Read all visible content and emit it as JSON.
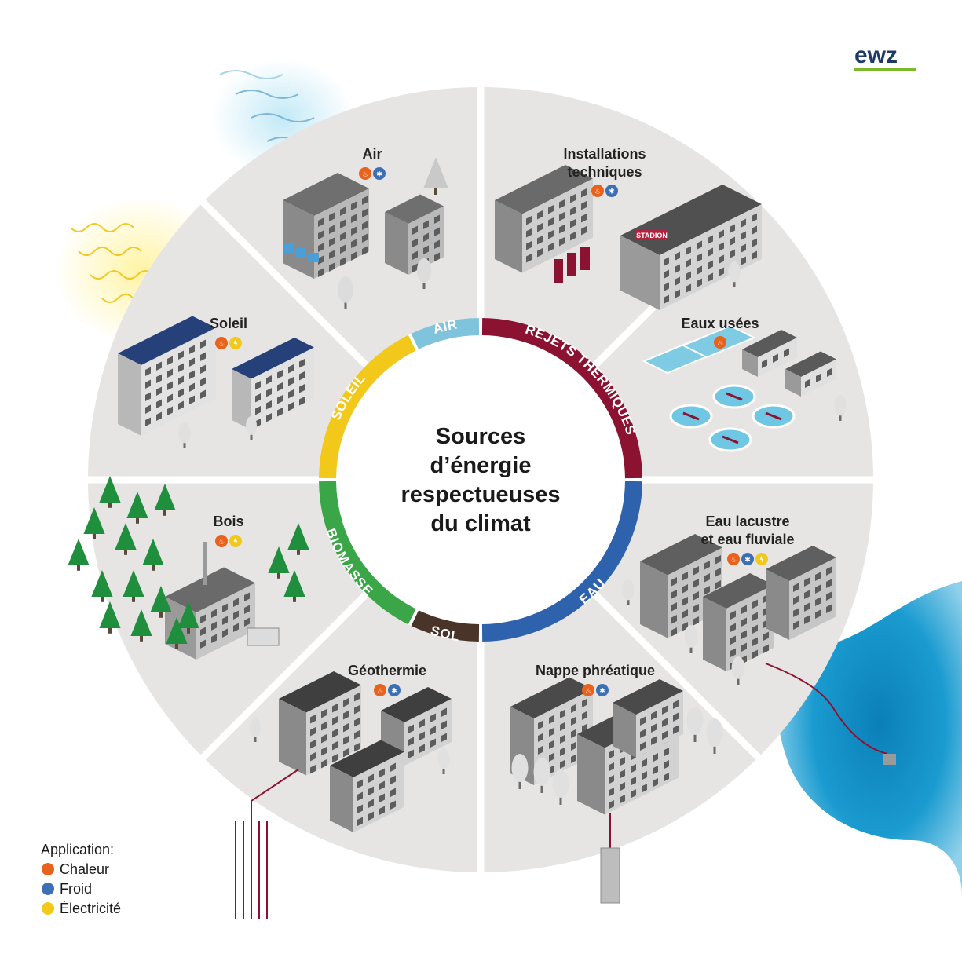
{
  "brand": {
    "logo_text": "ewz",
    "accent": "#7ab929",
    "color": "#1f3a68"
  },
  "title_lines": [
    "Sources",
    "d’énergie",
    "respectueuses",
    "du climat"
  ],
  "ring": {
    "air": {
      "label": "AIR",
      "color": "#7fc3dc"
    },
    "rejets": {
      "label": "REJETS THERMIQUES",
      "color": "#8b1230"
    },
    "eau": {
      "label": "EAU",
      "color": "#2e62ad"
    },
    "sol": {
      "label": "SOL",
      "color": "#4a3328"
    },
    "biomasse": {
      "label": "BIOMASSE",
      "color": "#3aa648"
    },
    "soleil": {
      "label": "SOLEIL",
      "color": "#f2c81a"
    }
  },
  "segments": {
    "air": {
      "label": "Air",
      "apps": [
        "heat",
        "cold"
      ]
    },
    "installations": {
      "label_lines": [
        "Installations",
        "techniques"
      ],
      "apps": [
        "heat",
        "cold"
      ]
    },
    "eaux_usees": {
      "label": "Eaux usées",
      "apps": [
        "heat"
      ]
    },
    "lacustre": {
      "label_lines": [
        "Eau lacustre",
        "et eau fluviale"
      ],
      "apps": [
        "heat",
        "cold",
        "elec"
      ]
    },
    "nappe": {
      "label": "Nappe phréatique",
      "apps": [
        "heat",
        "cold"
      ]
    },
    "geothermie": {
      "label": "Géothermie",
      "apps": [
        "heat",
        "cold"
      ]
    },
    "bois": {
      "label": "Bois",
      "apps": [
        "heat",
        "elec"
      ]
    },
    "soleil": {
      "label": "Soleil",
      "apps": [
        "heat",
        "elec"
      ]
    }
  },
  "building_sign": "STADION",
  "legend": {
    "title": "Application:",
    "items": [
      {
        "key": "heat",
        "label": "Chaleur",
        "color": "#e8621c",
        "icon": "flame-icon"
      },
      {
        "key": "cold",
        "label": "Froid",
        "color": "#3d6fb6",
        "icon": "snowflake-icon"
      },
      {
        "key": "elec",
        "label": "Électricité",
        "color": "#f2c81a",
        "icon": "lightning-icon"
      }
    ]
  }
}
